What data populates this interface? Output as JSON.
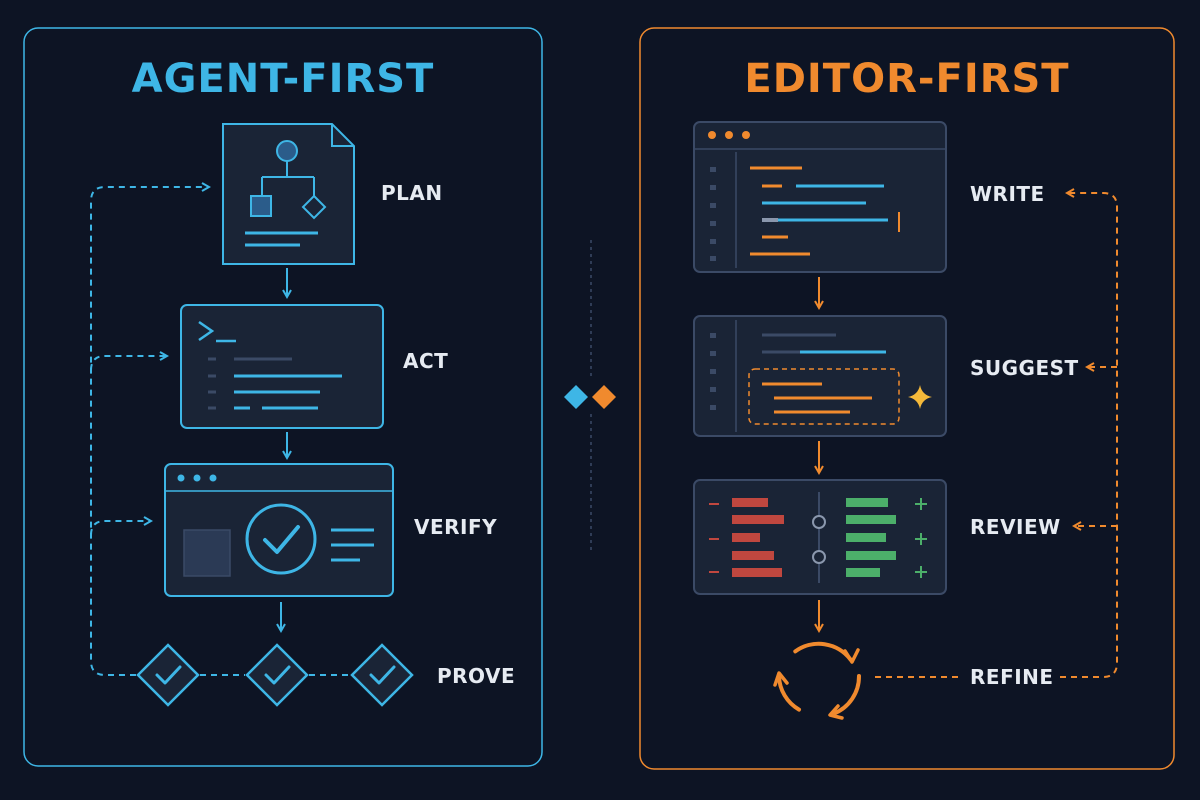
{
  "colors": {
    "background": "#0d1424",
    "agent_accent": "#3eb6e6",
    "editor_accent": "#f08a2e",
    "card_fill": "#1a2436",
    "dim_line": "#3b4a66",
    "diff_removed": "#c0473f",
    "diff_added": "#4caf6a",
    "sparkle": "#f5b93a",
    "label_text": "#e6ebf2"
  },
  "agent_first": {
    "title": "AGENT-FIRST",
    "steps": [
      {
        "label": "PLAN",
        "icon": "plan-document-icon"
      },
      {
        "label": "ACT",
        "icon": "terminal-icon"
      },
      {
        "label": "VERIFY",
        "icon": "check-window-icon"
      },
      {
        "label": "PROVE",
        "icon": "checkmark-diamond-icon"
      }
    ]
  },
  "editor_first": {
    "title": "EDITOR-FIRST",
    "steps": [
      {
        "label": "WRITE",
        "icon": "code-editor-icon"
      },
      {
        "label": "SUGGEST",
        "icon": "suggestion-editor-icon"
      },
      {
        "label": "REVIEW",
        "icon": "diff-view-icon"
      },
      {
        "label": "REFINE",
        "icon": "refresh-cycle-icon"
      }
    ]
  }
}
